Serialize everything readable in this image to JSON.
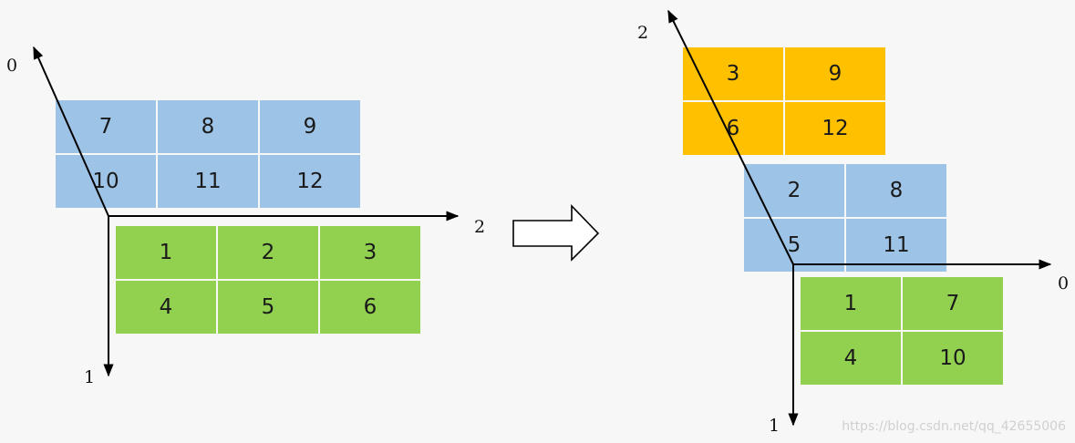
{
  "left": {
    "back_plane": [
      [
        "7",
        "8",
        "9"
      ],
      [
        "10",
        "11",
        "12"
      ]
    ],
    "front_plane": [
      [
        "1",
        "2",
        "3"
      ],
      [
        "4",
        "5",
        "6"
      ]
    ],
    "axis_labels": {
      "diag": "0",
      "vertical": "1",
      "horizontal": "2"
    }
  },
  "right": {
    "top_plane": [
      [
        "3",
        "9"
      ],
      [
        "6",
        "12"
      ]
    ],
    "middle_plane": [
      [
        "2",
        "8"
      ],
      [
        "5",
        "11"
      ]
    ],
    "bottom_plane": [
      [
        "1",
        "7"
      ],
      [
        "4",
        "10"
      ]
    ],
    "axis_labels": {
      "diag": "2",
      "vertical": "1",
      "horizontal": "0"
    }
  },
  "colors": {
    "blue": "#9dc3e6",
    "green": "#92d050",
    "orange": "#ffc000"
  },
  "watermark": "https://blog.csdn.net/qq_42655006"
}
